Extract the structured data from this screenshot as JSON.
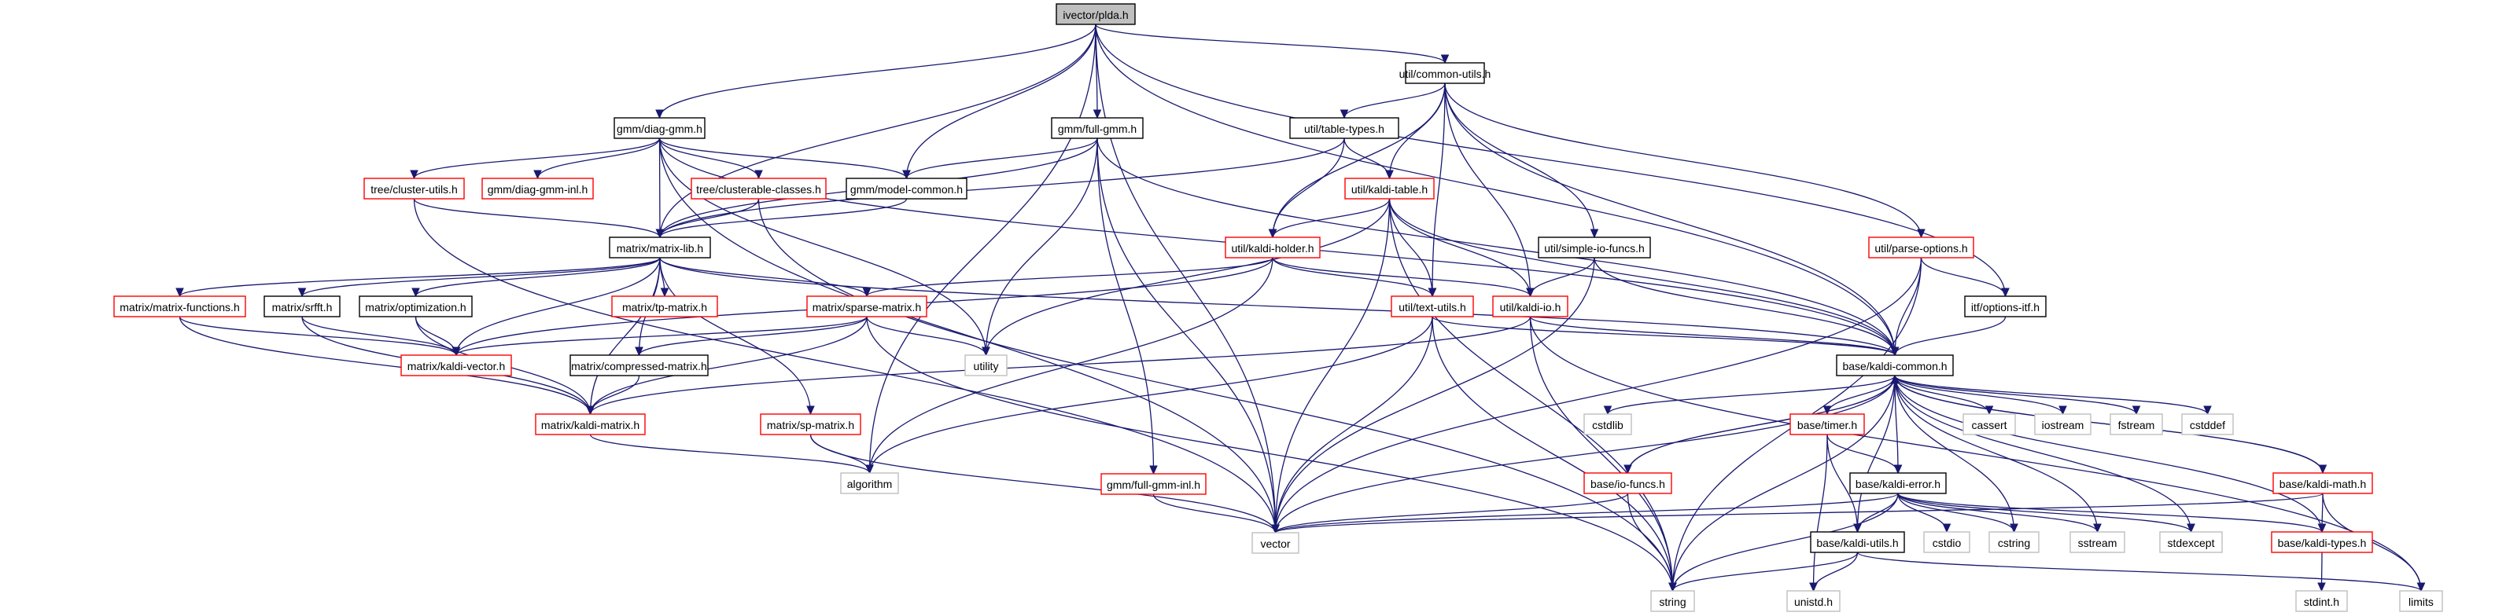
{
  "title": "ivector/plda.h include dependency graph",
  "colors": {
    "edge": "#191970",
    "root_fill": "#bfbfbf",
    "documented_border": "#000000",
    "partial_border": "#ff0000",
    "external_border": "#bfbfbf"
  },
  "nodes": [
    {
      "id": "plda",
      "label": "ivector/plda.h",
      "kind": "root"
    },
    {
      "id": "common_utils",
      "label": "util/common-utils.h",
      "kind": "documented"
    },
    {
      "id": "diag_gmm",
      "label": "gmm/diag-gmm.h",
      "kind": "documented"
    },
    {
      "id": "full_gmm",
      "label": "gmm/full-gmm.h",
      "kind": "documented"
    },
    {
      "id": "table_types",
      "label": "util/table-types.h",
      "kind": "documented"
    },
    {
      "id": "cluster_utils",
      "label": "tree/cluster-utils.h",
      "kind": "partial"
    },
    {
      "id": "diag_gmm_inl",
      "label": "gmm/diag-gmm-inl.h",
      "kind": "partial"
    },
    {
      "id": "clusterable_classes",
      "label": "tree/clusterable-classes.h",
      "kind": "partial"
    },
    {
      "id": "model_common",
      "label": "gmm/model-common.h",
      "kind": "documented"
    },
    {
      "id": "kaldi_table",
      "label": "util/kaldi-table.h",
      "kind": "partial"
    },
    {
      "id": "kaldi_holder",
      "label": "util/kaldi-holder.h",
      "kind": "partial"
    },
    {
      "id": "matrix_lib",
      "label": "matrix/matrix-lib.h",
      "kind": "documented"
    },
    {
      "id": "simple_io_funcs",
      "label": "util/simple-io-funcs.h",
      "kind": "documented"
    },
    {
      "id": "parse_options",
      "label": "util/parse-options.h",
      "kind": "partial"
    },
    {
      "id": "matrix_functions",
      "label": "matrix/matrix-functions.h",
      "kind": "partial"
    },
    {
      "id": "srfft",
      "label": "matrix/srfft.h",
      "kind": "documented"
    },
    {
      "id": "optimization",
      "label": "matrix/optimization.h",
      "kind": "documented"
    },
    {
      "id": "tp_matrix",
      "label": "matrix/tp-matrix.h",
      "kind": "partial"
    },
    {
      "id": "sparse_matrix",
      "label": "matrix/sparse-matrix.h",
      "kind": "partial"
    },
    {
      "id": "text_utils",
      "label": "util/text-utils.h",
      "kind": "partial"
    },
    {
      "id": "kaldi_io",
      "label": "util/kaldi-io.h",
      "kind": "partial"
    },
    {
      "id": "options_itf",
      "label": "itf/options-itf.h",
      "kind": "documented"
    },
    {
      "id": "kaldi_vector",
      "label": "matrix/kaldi-vector.h",
      "kind": "partial"
    },
    {
      "id": "compressed_matrix",
      "label": "matrix/compressed-matrix.h",
      "kind": "documented"
    },
    {
      "id": "utility",
      "label": "utility",
      "kind": "external"
    },
    {
      "id": "kaldi_common",
      "label": "base/kaldi-common.h",
      "kind": "documented"
    },
    {
      "id": "cstdlib",
      "label": "cstdlib",
      "kind": "external"
    },
    {
      "id": "timer",
      "label": "base/timer.h",
      "kind": "partial"
    },
    {
      "id": "cassert",
      "label": "cassert",
      "kind": "external"
    },
    {
      "id": "iostream",
      "label": "iostream",
      "kind": "external"
    },
    {
      "id": "fstream",
      "label": "fstream",
      "kind": "external"
    },
    {
      "id": "cstddef",
      "label": "cstddef",
      "kind": "external"
    },
    {
      "id": "kaldi_matrix",
      "label": "matrix/kaldi-matrix.h",
      "kind": "partial"
    },
    {
      "id": "sp_matrix",
      "label": "matrix/sp-matrix.h",
      "kind": "partial"
    },
    {
      "id": "algorithm",
      "label": "algorithm",
      "kind": "external"
    },
    {
      "id": "io_funcs",
      "label": "base/io-funcs.h",
      "kind": "partial"
    },
    {
      "id": "kaldi_error",
      "label": "base/kaldi-error.h",
      "kind": "documented"
    },
    {
      "id": "kaldi_math",
      "label": "base/kaldi-math.h",
      "kind": "partial"
    },
    {
      "id": "full_gmm_inl",
      "label": "gmm/full-gmm-inl.h",
      "kind": "partial"
    },
    {
      "id": "vector",
      "label": "vector",
      "kind": "external"
    },
    {
      "id": "kaldi_utils",
      "label": "base/kaldi-utils.h",
      "kind": "documented"
    },
    {
      "id": "cstdio",
      "label": "cstdio",
      "kind": "external"
    },
    {
      "id": "cstring",
      "label": "cstring",
      "kind": "external"
    },
    {
      "id": "sstream",
      "label": "sstream",
      "kind": "external"
    },
    {
      "id": "stdexcept",
      "label": "stdexcept",
      "kind": "external"
    },
    {
      "id": "kaldi_types",
      "label": "base/kaldi-types.h",
      "kind": "partial"
    },
    {
      "id": "string",
      "label": "string",
      "kind": "external"
    },
    {
      "id": "unistd",
      "label": "unistd.h",
      "kind": "external"
    },
    {
      "id": "stdint",
      "label": "stdint.h",
      "kind": "external"
    },
    {
      "id": "limits",
      "label": "limits",
      "kind": "external"
    }
  ],
  "edges": [
    [
      "plda",
      "diag_gmm"
    ],
    [
      "plda",
      "full_gmm"
    ],
    [
      "plda",
      "common_utils"
    ],
    [
      "plda",
      "model_common"
    ],
    [
      "plda",
      "matrix_lib"
    ],
    [
      "plda",
      "vector"
    ],
    [
      "plda",
      "algorithm"
    ],
    [
      "plda",
      "kaldi_common"
    ],
    [
      "plda",
      "options_itf"
    ],
    [
      "common_utils",
      "table_types"
    ],
    [
      "common_utils",
      "kaldi_table"
    ],
    [
      "common_utils",
      "kaldi_holder"
    ],
    [
      "common_utils",
      "simple_io_funcs"
    ],
    [
      "common_utils",
      "parse_options"
    ],
    [
      "common_utils",
      "text_utils"
    ],
    [
      "common_utils",
      "kaldi_io"
    ],
    [
      "common_utils",
      "kaldi_common"
    ],
    [
      "diag_gmm",
      "cluster_utils"
    ],
    [
      "diag_gmm",
      "diag_gmm_inl"
    ],
    [
      "diag_gmm",
      "clusterable_classes"
    ],
    [
      "diag_gmm",
      "model_common"
    ],
    [
      "diag_gmm",
      "matrix_lib"
    ],
    [
      "diag_gmm",
      "utility"
    ],
    [
      "diag_gmm",
      "vector"
    ],
    [
      "diag_gmm",
      "kaldi_common"
    ],
    [
      "full_gmm",
      "model_common"
    ],
    [
      "full_gmm",
      "matrix_lib"
    ],
    [
      "full_gmm",
      "full_gmm_inl"
    ],
    [
      "full_gmm",
      "utility"
    ],
    [
      "full_gmm",
      "vector"
    ],
    [
      "full_gmm",
      "kaldi_common"
    ],
    [
      "table_types",
      "kaldi_table"
    ],
    [
      "table_types",
      "kaldi_holder"
    ],
    [
      "table_types",
      "matrix_lib"
    ],
    [
      "cluster_utils",
      "matrix_lib"
    ],
    [
      "cluster_utils",
      "vector"
    ],
    [
      "clusterable_classes",
      "matrix_lib"
    ],
    [
      "clusterable_classes",
      "string"
    ],
    [
      "model_common",
      "matrix_lib"
    ],
    [
      "kaldi_table",
      "kaldi_holder"
    ],
    [
      "kaldi_table",
      "kaldi_io"
    ],
    [
      "kaldi_table",
      "text_utils"
    ],
    [
      "kaldi_table",
      "utility"
    ],
    [
      "kaldi_table",
      "vector"
    ],
    [
      "kaldi_table",
      "string"
    ],
    [
      "kaldi_table",
      "kaldi_common"
    ],
    [
      "kaldi_holder",
      "sparse_matrix"
    ],
    [
      "kaldi_holder",
      "kaldi_vector"
    ],
    [
      "kaldi_holder",
      "text_utils"
    ],
    [
      "kaldi_holder",
      "kaldi_io"
    ],
    [
      "kaldi_holder",
      "algorithm"
    ],
    [
      "matrix_lib",
      "matrix_functions"
    ],
    [
      "matrix_lib",
      "srfft"
    ],
    [
      "matrix_lib",
      "optimization"
    ],
    [
      "matrix_lib",
      "tp_matrix"
    ],
    [
      "matrix_lib",
      "sparse_matrix"
    ],
    [
      "matrix_lib",
      "kaldi_vector"
    ],
    [
      "matrix_lib",
      "compressed_matrix"
    ],
    [
      "matrix_lib",
      "kaldi_matrix"
    ],
    [
      "matrix_lib",
      "sp_matrix"
    ],
    [
      "matrix_lib",
      "kaldi_common"
    ],
    [
      "simple_io_funcs",
      "kaldi_io"
    ],
    [
      "simple_io_funcs",
      "vector"
    ],
    [
      "simple_io_funcs",
      "kaldi_common"
    ],
    [
      "parse_options",
      "options_itf"
    ],
    [
      "parse_options",
      "kaldi_common"
    ],
    [
      "parse_options",
      "vector"
    ],
    [
      "parse_options",
      "string"
    ],
    [
      "matrix_functions",
      "kaldi_vector"
    ],
    [
      "matrix_functions",
      "kaldi_matrix"
    ],
    [
      "srfft",
      "kaldi_vector"
    ],
    [
      "srfft",
      "kaldi_matrix"
    ],
    [
      "optimization",
      "kaldi_vector"
    ],
    [
      "optimization",
      "kaldi_matrix"
    ],
    [
      "sparse_matrix",
      "kaldi_vector"
    ],
    [
      "sparse_matrix",
      "compressed_matrix"
    ],
    [
      "sparse_matrix",
      "kaldi_matrix"
    ],
    [
      "sparse_matrix",
      "utility"
    ],
    [
      "sparse_matrix",
      "string"
    ],
    [
      "text_utils",
      "kaldi_common"
    ],
    [
      "text_utils",
      "algorithm"
    ],
    [
      "text_utils",
      "vector"
    ],
    [
      "text_utils",
      "string"
    ],
    [
      "kaldi_io",
      "kaldi_common"
    ],
    [
      "kaldi_io",
      "kaldi_matrix"
    ],
    [
      "kaldi_io",
      "string"
    ],
    [
      "kaldi_io",
      "limits"
    ],
    [
      "options_itf",
      "kaldi_common"
    ],
    [
      "compressed_matrix",
      "kaldi_matrix"
    ],
    [
      "kaldi_matrix",
      "algorithm"
    ],
    [
      "sp_matrix",
      "algorithm"
    ],
    [
      "sp_matrix",
      "vector"
    ],
    [
      "full_gmm_inl",
      "vector"
    ],
    [
      "kaldi_common",
      "cstdlib"
    ],
    [
      "kaldi_common",
      "timer"
    ],
    [
      "kaldi_common",
      "cassert"
    ],
    [
      "kaldi_common",
      "iostream"
    ],
    [
      "kaldi_common",
      "fstream"
    ],
    [
      "kaldi_common",
      "cstddef"
    ],
    [
      "kaldi_common",
      "io_funcs"
    ],
    [
      "kaldi_common",
      "kaldi_error"
    ],
    [
      "kaldi_common",
      "kaldi_math"
    ],
    [
      "kaldi_common",
      "kaldi_utils"
    ],
    [
      "kaldi_common",
      "cstring"
    ],
    [
      "kaldi_common",
      "sstream"
    ],
    [
      "kaldi_common",
      "stdexcept"
    ],
    [
      "kaldi_common",
      "kaldi_types"
    ],
    [
      "kaldi_common",
      "string"
    ],
    [
      "kaldi_common",
      "vector"
    ],
    [
      "timer",
      "kaldi_error"
    ],
    [
      "timer",
      "kaldi_utils"
    ],
    [
      "timer",
      "unistd"
    ],
    [
      "io_funcs",
      "kaldi_common"
    ],
    [
      "io_funcs",
      "string"
    ],
    [
      "io_funcs",
      "vector"
    ],
    [
      "kaldi_error",
      "kaldi_utils"
    ],
    [
      "kaldi_error",
      "cstdio"
    ],
    [
      "kaldi_error",
      "cstring"
    ],
    [
      "kaldi_error",
      "sstream"
    ],
    [
      "kaldi_error",
      "stdexcept"
    ],
    [
      "kaldi_error",
      "kaldi_types"
    ],
    [
      "kaldi_error",
      "string"
    ],
    [
      "kaldi_error",
      "vector"
    ],
    [
      "kaldi_math",
      "kaldi_types"
    ],
    [
      "kaldi_math",
      "limits"
    ],
    [
      "kaldi_math",
      "kaldi_common"
    ],
    [
      "kaldi_math",
      "vector"
    ],
    [
      "kaldi_utils",
      "string"
    ],
    [
      "kaldi_utils",
      "unistd"
    ],
    [
      "kaldi_utils",
      "limits"
    ],
    [
      "kaldi_types",
      "stdint"
    ]
  ]
}
